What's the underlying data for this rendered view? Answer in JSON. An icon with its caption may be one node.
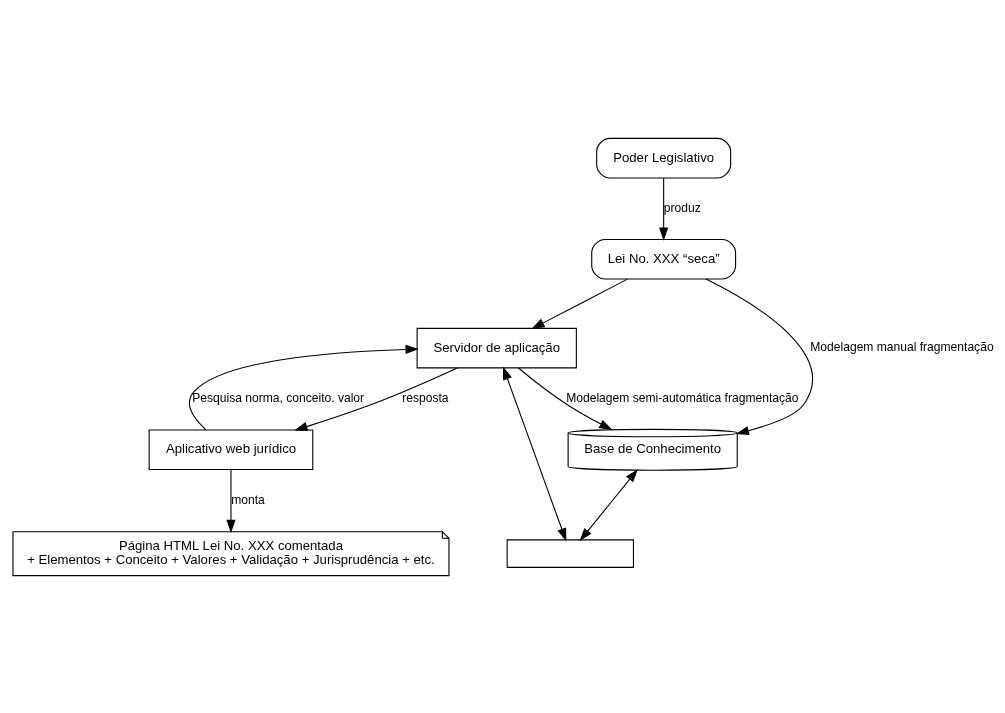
{
  "diagram": {
    "nodes": [
      {
        "text": [
          "Poder Legislativo"
        ]
      },
      {
        "text": [
          "Lei No. XXX “seca”"
        ]
      },
      {
        "text": [
          "Aplicativo web jurídico"
        ]
      },
      {
        "text": [
          "Servidor de aplicação"
        ]
      },
      {
        "text": [
          "Base de Conhecimento"
        ]
      },
      {
        "text": [
          "Página HTML Lei No. XXX comentada",
          "+ Elementos + Conceito + Valores + Validação + Jurisprudência + etc."
        ]
      },
      {
        "text": [],
        "shape": "box"
      }
    ],
    "edges": [
      {
        "from": 0,
        "to": 1,
        "arrow": "to",
        "label": "produz"
      },
      {
        "from": 1,
        "to": 3,
        "arrow": "to"
      },
      {
        "from": 1,
        "to": 4,
        "arrow": "to",
        "label": "Modelagem manual fragmentação"
      },
      {
        "from": 2,
        "to": 3,
        "arrow": "to",
        "label": "Pesquisa norma, conceito. valor"
      },
      {
        "from": 3,
        "to": 2,
        "arrow": "to",
        "label": "resposta"
      },
      {
        "from": 2,
        "to": 5,
        "arrow": "to",
        "label": "monta"
      },
      {
        "from": 3,
        "to": 4,
        "arrow": "to",
        "label": "Modelagem semi-automática fragmentação"
      },
      {
        "from": 4,
        "to": 6,
        "arrow": "both"
      },
      {
        "from": 6,
        "to": 3,
        "arrow": "both"
      }
    ]
  }
}
